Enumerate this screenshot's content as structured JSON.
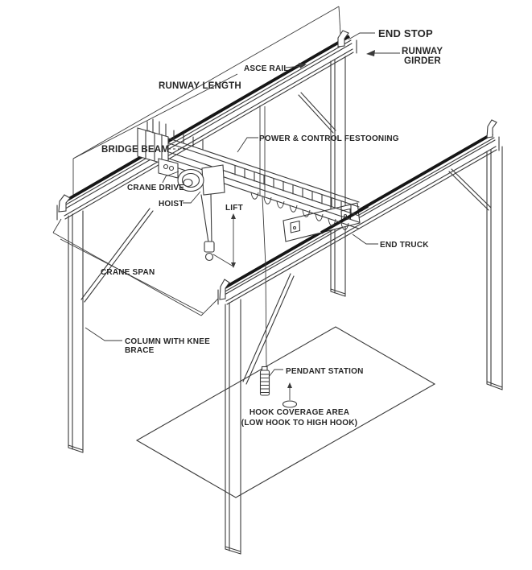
{
  "diagram": {
    "labels": {
      "end_stop": "END STOP",
      "runway_girder_line1": "RUNWAY",
      "runway_girder_line2": "GIRDER",
      "asce_rail": "ASCE RAIL",
      "runway_length": "RUNWAY LENGTH",
      "bridge_beam": "BRIDGE BEAM",
      "power_control_festooning": "POWER & CONTROL FESTOONING",
      "crane_drive": "CRANE DRIVE",
      "hoist": "HOIST",
      "lift": "LIFT",
      "end_truck": "END TRUCK",
      "crane_span": "CRANE SPAN",
      "column_knee_line1": "COLUMN WITH KNEE",
      "column_knee_line2": "BRACE",
      "pendant_station": "PENDANT STATION",
      "hook_coverage_line1": "HOOK COVERAGE AREA",
      "hook_coverage_line2": "(LOW HOOK TO HIGH HOOK)"
    },
    "colors": {
      "line": "#3a3a3a",
      "rail": "#161616",
      "text": "#262626",
      "background": "#ffffff"
    }
  }
}
